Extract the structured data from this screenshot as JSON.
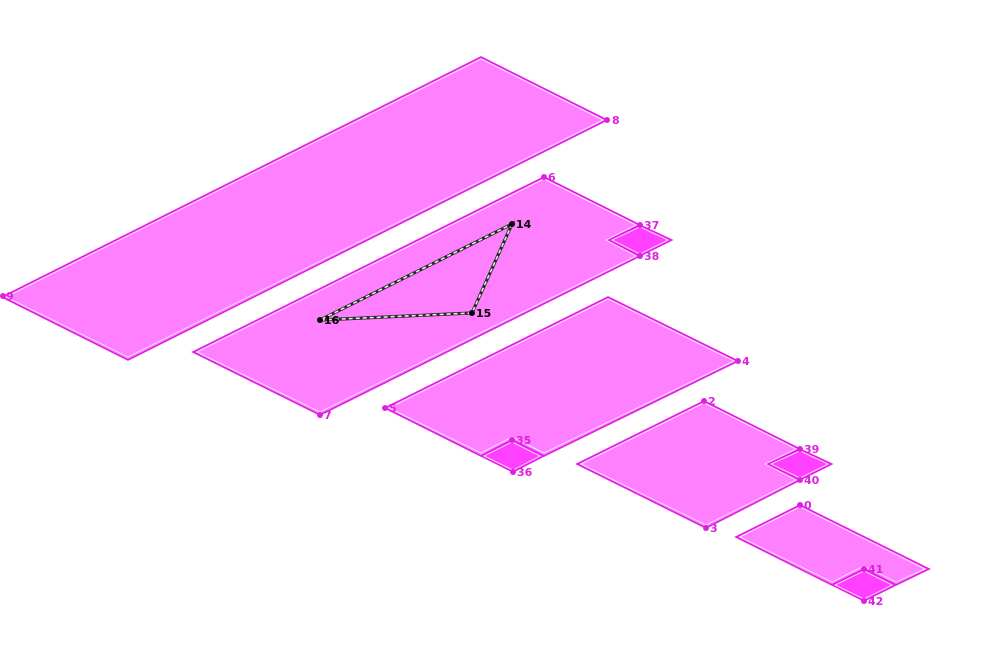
{
  "colors": {
    "fill": "#ff80ff",
    "edge": "#e020e0",
    "notch": "#ff40ff",
    "label": "#e020e0",
    "triangle_label": "#000000"
  },
  "diagram": {
    "vertex_labels": {
      "v0": "0",
      "v2": "2",
      "v3": "3",
      "v4": "4",
      "v5": "5",
      "v6": "6",
      "v7": "7",
      "v8": "8",
      "v9": "9",
      "v14": "14",
      "v15": "15",
      "v16": "16",
      "v35": "35",
      "v36": "36",
      "v37": "37",
      "v38": "38",
      "v39": "39",
      "v40": "40",
      "v41": "41",
      "v42": "42"
    }
  }
}
